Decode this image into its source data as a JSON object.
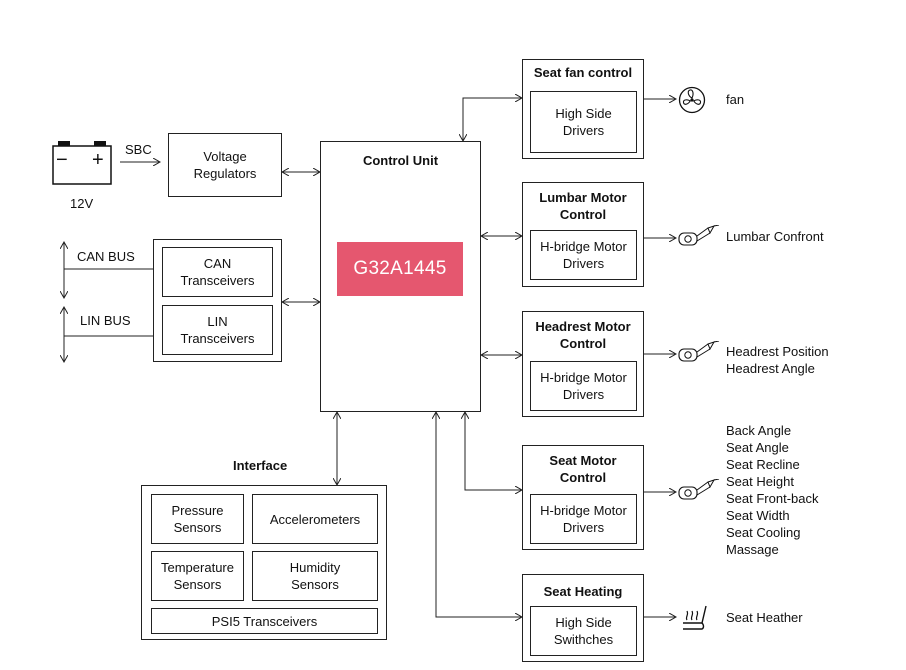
{
  "power": {
    "battery_minus": "−",
    "battery_plus": "+",
    "voltage": "12V",
    "sbc_label": "SBC",
    "regulators": "Voltage\nRegulators"
  },
  "buses": {
    "can_label": "CAN BUS",
    "lin_label": "LIN BUS",
    "can_transceivers": "CAN\nTransceivers",
    "lin_transceivers": "LIN\nTransceivers"
  },
  "control_unit": {
    "title": "Control Unit",
    "chip": "G32A1445",
    "chip_color": "#e5576f"
  },
  "interface": {
    "title": "Interface",
    "pressure": "Pressure\nSensors",
    "accelerometers": "Accelerometers",
    "temperature": "Temperature\nSensors",
    "humidity": "Humidity\nSensors",
    "psi5": "PSI5 Transceivers"
  },
  "modules": {
    "seat_fan": {
      "title": "Seat fan control",
      "driver": "High Side\nDrivers",
      "output": "fan"
    },
    "lumbar": {
      "title": "Lumbar Motor\nControl",
      "driver": "H-bridge Motor\nDrivers",
      "output": "Lumbar Confront"
    },
    "headrest": {
      "title": "Headrest Motor\nControl",
      "driver": "H-bridge Motor\nDrivers",
      "outputs": [
        "Headrest Position",
        "Headrest Angle"
      ]
    },
    "seat_motor": {
      "title": "Seat Motor\nControl",
      "driver": "H-bridge Motor\nDrivers",
      "outputs": [
        "Back Angle",
        "Seat Angle",
        "Seat Recline",
        "Seat Height",
        "Seat Front-back",
        "Seat Width",
        "Seat Cooling",
        "Massage"
      ]
    },
    "seat_heating": {
      "title": "Seat Heating",
      "driver": "High Side\nSwithches",
      "output": "Seat Heather"
    }
  },
  "icons": {
    "battery": "battery-icon",
    "fan": "fan-icon",
    "motor": "motor-icon",
    "heater": "seat-heater-icon"
  }
}
